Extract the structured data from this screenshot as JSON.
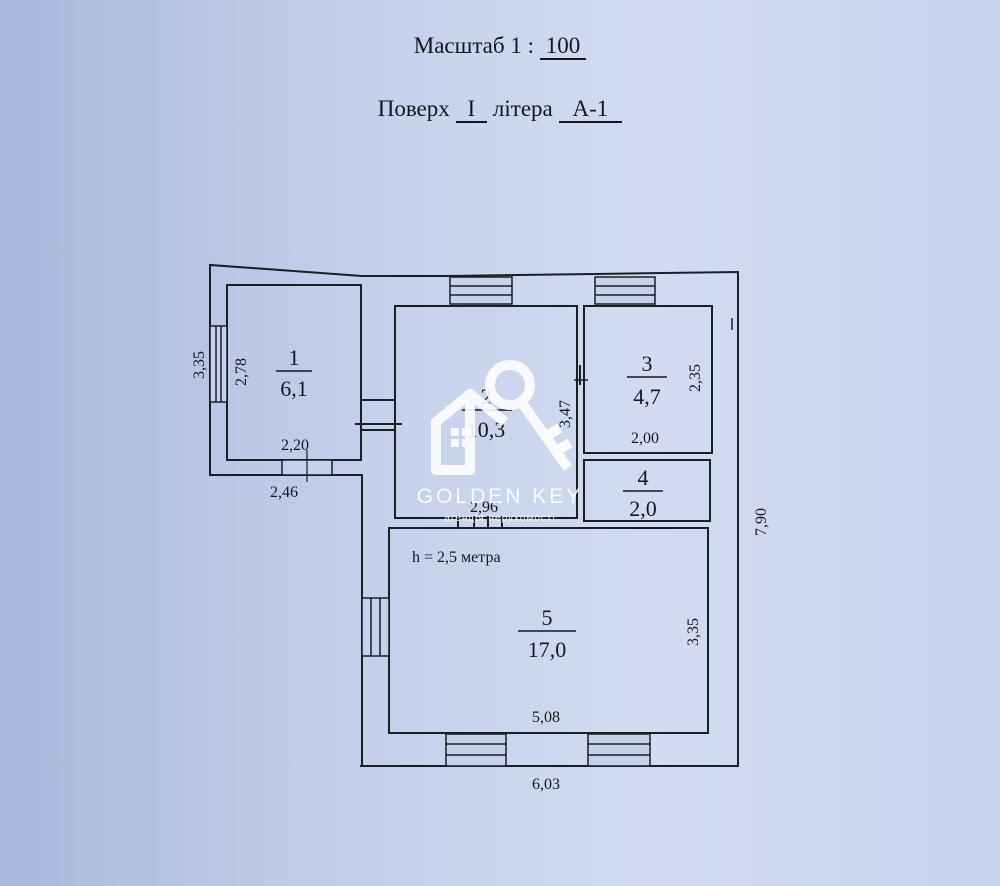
{
  "header": {
    "scale_label": "Масштаб 1 :",
    "scale_value": "100",
    "floor_label": "Поверх",
    "floor_value": "I",
    "letter_label": "літера",
    "letter_value": "А-1"
  },
  "rooms": [
    {
      "number": "1",
      "area": "6,1"
    },
    {
      "number": "2",
      "area": "10,3"
    },
    {
      "number": "3",
      "area": "4,7"
    },
    {
      "number": "4",
      "area": "2,0"
    },
    {
      "number": "5",
      "area": "17,0"
    }
  ],
  "dimensions": {
    "room1_outer_height": "3,35",
    "room1_inner_height": "2,78",
    "room1_inner_width": "2,20",
    "room1_outer_width": "2,46",
    "room2_height": "3,47",
    "room2_width": "2,96",
    "room3_height": "2,35",
    "room3_width": "2,00",
    "room5_height": "3,35",
    "room5_width": "5,08",
    "total_width": "6,03",
    "total_height": "7,90"
  },
  "ceiling_height": "h = 2,5 метра",
  "watermark": {
    "brand": "GOLDEN KEY",
    "tagline": "агенція нерухомості"
  }
}
